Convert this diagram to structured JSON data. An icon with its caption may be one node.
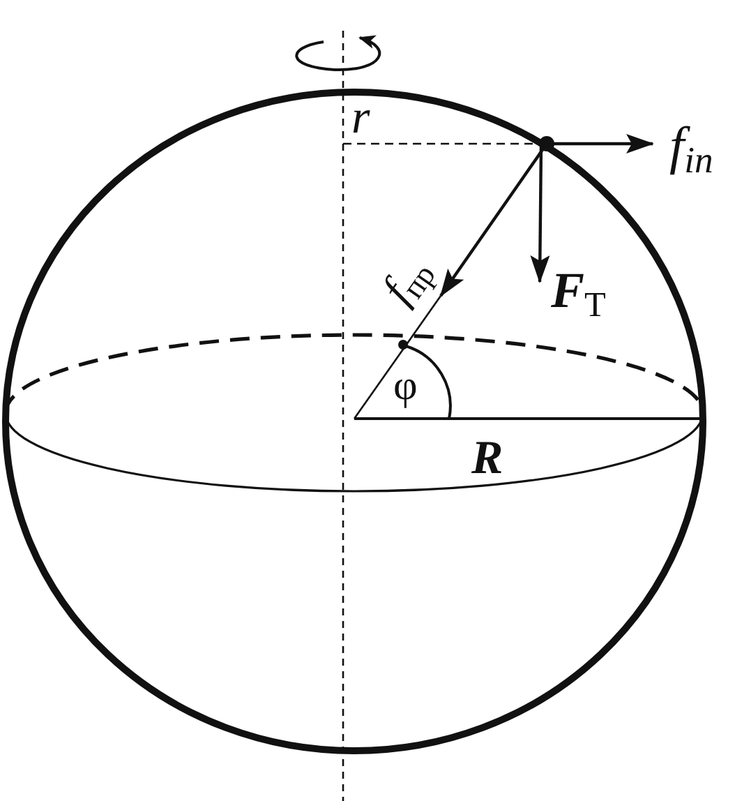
{
  "diagram": {
    "labels": [
      "r",
      "f$_{in}$",
      "f$_{пр}$",
      "**F**$_{Т}$",
      "φ",
      "**R**"
    ]
  }
}
